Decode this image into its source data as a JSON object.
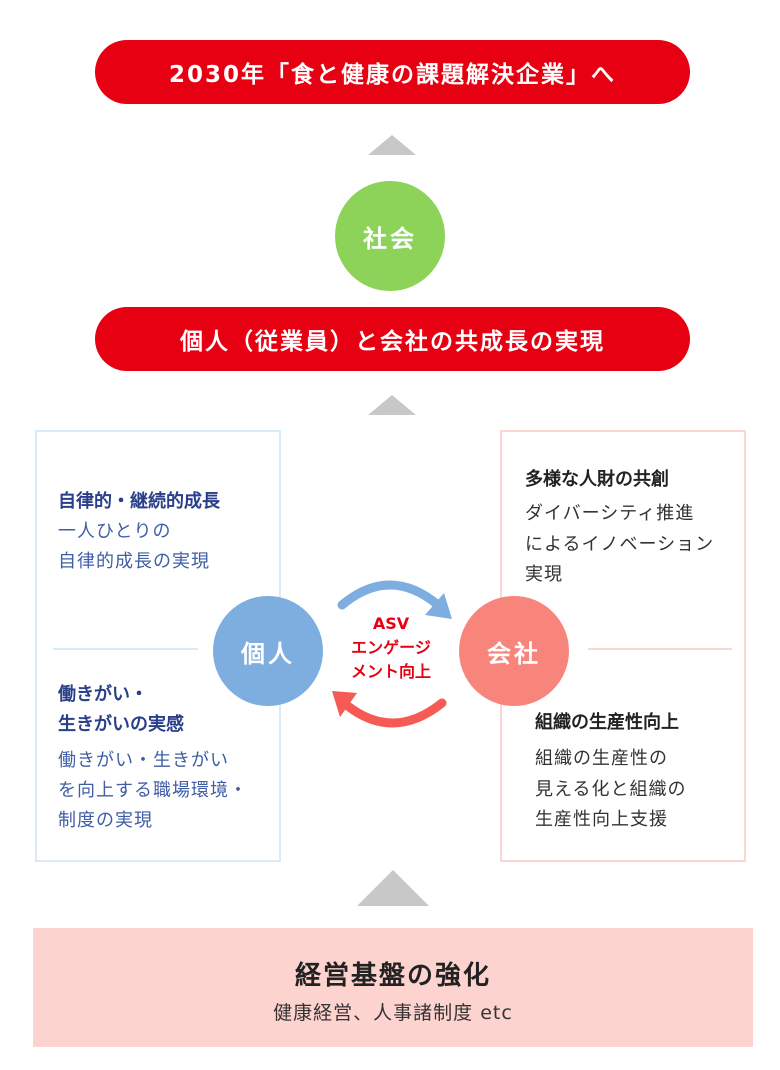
{
  "goal_banner": "2030年「食と健康の課題解決企業」へ",
  "society_circle": "社会",
  "co_growth_banner": "個人（従業員）と会社の共成長の実現",
  "individual": {
    "circle": "個人",
    "items": [
      {
        "heading": [
          "自律的・継続的成長"
        ],
        "body": [
          "一人ひとりの",
          "自律的成長の実現"
        ]
      },
      {
        "heading": [
          "働きがい・",
          "生きがいの実感"
        ],
        "body": [
          "働きがい・生きがい",
          "を向上する職場環境・",
          "制度の実現"
        ]
      }
    ]
  },
  "company": {
    "circle": "会社",
    "items": [
      {
        "heading": [
          "多様な人財の共創"
        ],
        "body": [
          "ダイバーシティ推進",
          "によるイノベーション",
          "実現"
        ]
      },
      {
        "heading": [
          "組織の生産性向上"
        ],
        "body": [
          "組織の生産性の",
          "見える化と組織の",
          "生産性向上支援"
        ]
      }
    ]
  },
  "center_label": [
    "ASV",
    "エンゲージ",
    "メント向上"
  ],
  "foundation": {
    "title": "経営基盤の強化",
    "subtitle": "健康経営、人事諸制度 etc"
  },
  "colors": {
    "red": "#e60012",
    "green": "#8dd35a",
    "blue": "#7eaee0",
    "coral": "#f8857c",
    "gray": "#c8c8c8",
    "foundation_bg": "#fcd3cf"
  }
}
